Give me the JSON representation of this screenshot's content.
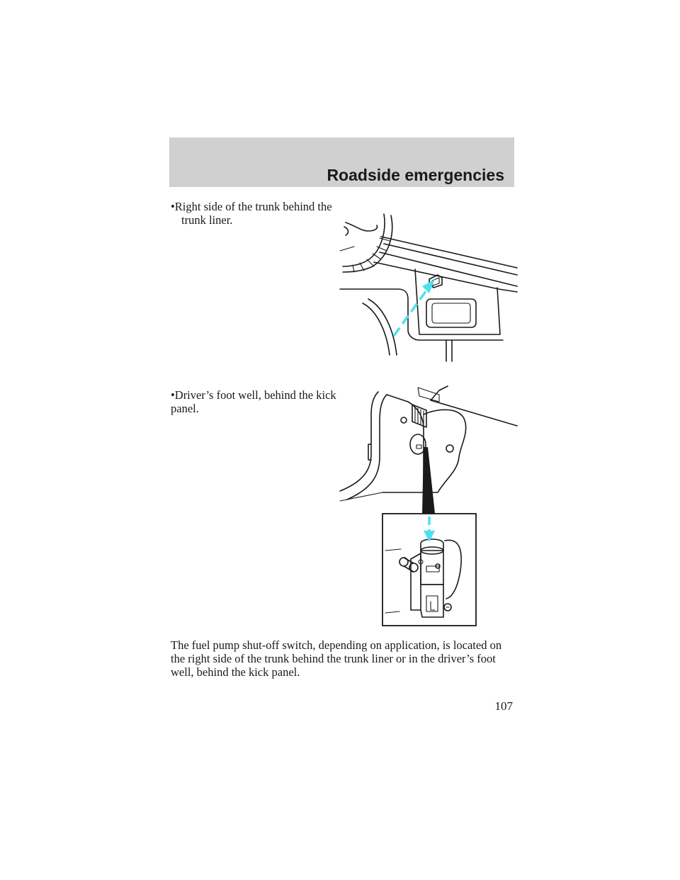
{
  "header": {
    "title": "Roadside emergencies"
  },
  "content": {
    "bullet_1": "•Right side of the trunk behind the trunk liner.",
    "bullet_2": "•Driver’s foot well, behind the kick panel.",
    "paragraph": "The fuel pump shut-off switch, depending on application, is located on the right side of the trunk behind the trunk liner or in the driver’s foot well, behind the kick panel."
  },
  "footer": {
    "page_number": "107"
  },
  "colors": {
    "header_band": "#d0d0d0",
    "arrow": "#4fe0ee"
  }
}
